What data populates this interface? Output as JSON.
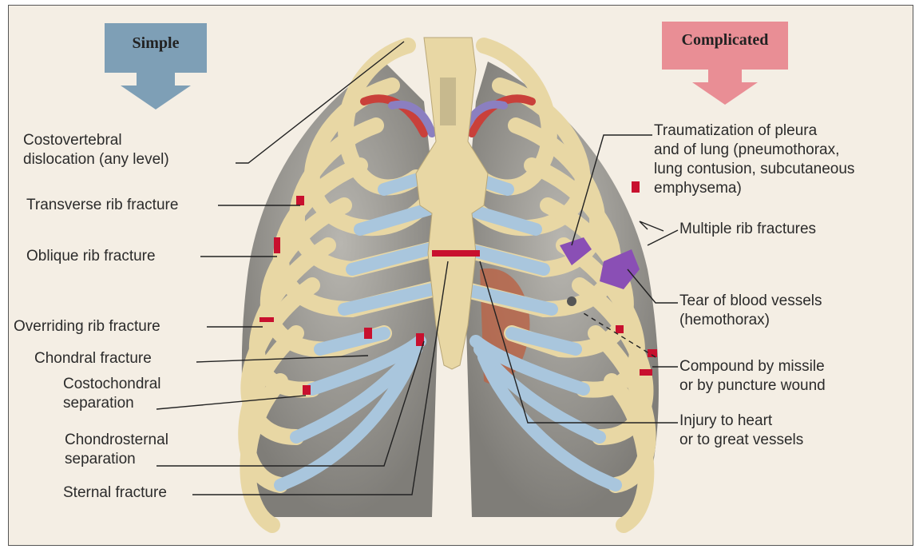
{
  "headers": {
    "simple": "Simple",
    "complicated": "Complicated"
  },
  "labels_left": {
    "costovertebral": [
      "Costovertebral",
      "dislocation (any level)"
    ],
    "transverse": "Transverse rib fracture",
    "oblique": "Oblique rib fracture",
    "overriding": "Overriding rib fracture",
    "chondral": "Chondral fracture",
    "costochondral": [
      "Costochondral",
      "separation"
    ],
    "chondrosternal": [
      "Chondrosternal",
      "separation"
    ],
    "sternal": "Sternal fracture"
  },
  "labels_right": {
    "traumatization": [
      "Traumatization of pleura",
      "and of lung (pneumothorax,",
      "lung contusion, subcutaneous",
      "emphysema)"
    ],
    "multiple": "Multiple rib fractures",
    "tear": [
      "Tear of blood vessels",
      "(hemothorax)"
    ],
    "compound": [
      "Compound by missile",
      "or by puncture wound"
    ],
    "injury": [
      "Injury to heart",
      "or to great vessels"
    ]
  },
  "colors": {
    "simple_arrow": "#7e9fb6",
    "complicated_arrow": "#e98e95",
    "bone": "#e8d7a4",
    "cartilage": "#a9c6dd",
    "lung": "#9a9892",
    "fracture": "#c8102e"
  }
}
